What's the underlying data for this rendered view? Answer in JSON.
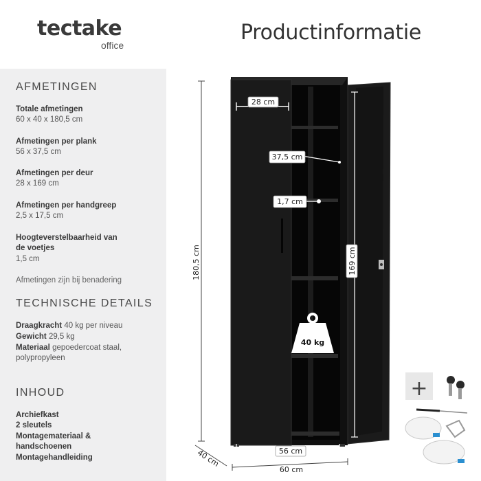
{
  "brand": {
    "name": "tectake",
    "sub": "office"
  },
  "page_title": "Productinformatie",
  "dimensions_section": {
    "title": "AFMETINGEN",
    "items": [
      {
        "label": "Totale afmetingen",
        "value": "60 x 40 x 180,5 cm"
      },
      {
        "label": "Afmetingen per plank",
        "value": "56 x 37,5 cm"
      },
      {
        "label": "Afmetingen per deur",
        "value": "28 x 169 cm"
      },
      {
        "label": "Afmetingen per handgreep",
        "value": "2,5 x 17,5 cm"
      },
      {
        "label_line1": "Hoogteverstelbaarheid van",
        "label_line2": "de voetjes",
        "value": "1,5 cm"
      }
    ],
    "note": "Afmetingen zijn bij benadering"
  },
  "technical_section": {
    "title": "TECHNISCHE DETAILS",
    "load_label": "Draagkracht",
    "load_value": "40 kg per niveau",
    "weight_label": "Gewicht",
    "weight_value": "29,5 kg",
    "material_label": "Materiaal",
    "material_value_line1": "gepoedercoat staal,",
    "material_value_line2": "polypropyleen"
  },
  "contents_section": {
    "title": "INHOUD",
    "items": [
      "Archiefkast",
      "2 sleutels",
      "Montagemateriaal &",
      "handschoenen",
      "Montagehandleiding"
    ]
  },
  "diagram": {
    "door_width": "28 cm",
    "shelf_depth": "37,5 cm",
    "shelf_thickness": "1,7 cm",
    "total_height": "180,5 cm",
    "door_height": "169 cm",
    "weight_badge": "40 kg",
    "shelf_width": "56 cm",
    "depth": "40 cm",
    "width": "60 cm"
  },
  "accessories": {
    "plus_symbol": "+"
  },
  "colors": {
    "panel": "#efeff0",
    "cabinet": "#141414",
    "text": "#333333"
  }
}
